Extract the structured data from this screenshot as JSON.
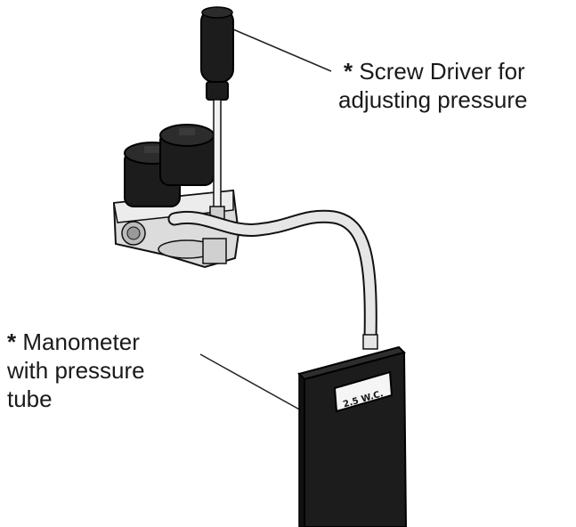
{
  "callouts": {
    "screwdriver": {
      "marker": "*",
      "line1": "Screw Driver for",
      "line2": "adjusting pressure"
    },
    "manometer": {
      "marker": "*",
      "line1": "Manometer",
      "line2": "with pressure",
      "line3": "tube"
    }
  },
  "manometer_reading": "2.5 W.C.",
  "colors": {
    "body_dark": "#1c1c1c",
    "valve_metal": "#d9d9d9",
    "tube": "#e6e6e6",
    "outline": "#111111"
  }
}
